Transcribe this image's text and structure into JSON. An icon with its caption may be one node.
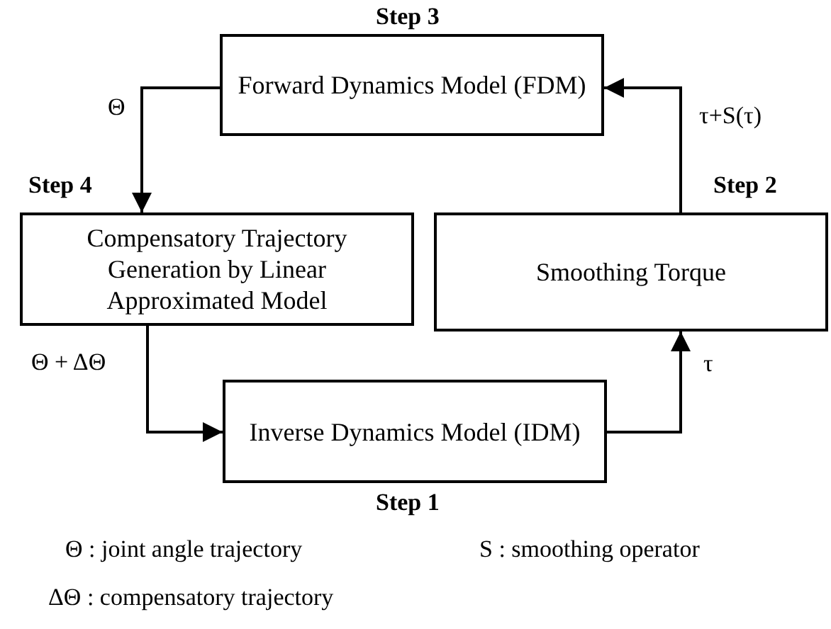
{
  "diagram": {
    "nodes": [
      {
        "text": [
          "Forward Dynamics Model (FDM)"
        ],
        "beside": [
          "Step 3"
        ]
      },
      {
        "text": [
          "Compensatory Trajectory Generation by Linear Approximated Model"
        ],
        "beside": [
          "Step 4"
        ]
      },
      {
        "text": [
          "Smoothing Torque"
        ],
        "beside": [
          "Step 2"
        ]
      },
      {
        "text": [
          "Inverse Dynamics Model (IDM)"
        ],
        "beside": [
          "Step 1"
        ]
      }
    ],
    "edges": [
      {
        "from": 0,
        "to": 1,
        "arrow": "to",
        "label": "Θ"
      },
      {
        "from": 1,
        "to": 3,
        "arrow": "to",
        "label": "Θ + ΔΘ"
      },
      {
        "from": 3,
        "to": 2,
        "arrow": "to",
        "label": "τ"
      },
      {
        "from": 2,
        "to": 0,
        "arrow": "to",
        "label": "τ+S(τ)"
      }
    ],
    "labels": [
      "Θ : joint angle trajectory",
      "S : smoothing operator",
      "ΔΘ : compensatory trajectory"
    ]
  }
}
